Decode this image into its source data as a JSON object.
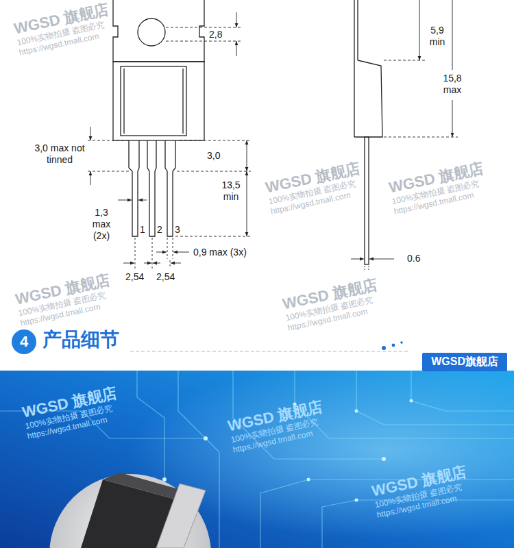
{
  "diagram": {
    "title": "产品细节",
    "nodes": [
      {
        "text": [
          "4"
        ]
      },
      {
        "text": [
          "WGSD旗舰店"
        ]
      }
    ],
    "labels": [
      "2,8",
      "5,9 min",
      "15,8 max",
      "3,0 max not tinned",
      "3,0",
      "13,5 min",
      "1,3 max (2x)",
      "1",
      "2",
      "3",
      "0,9 max (3x)",
      "2,54",
      "2,54",
      "0.6",
      "WGSD 旗舰店",
      "100%实物拍摄 盗图必究",
      "https://wgsd.tmall.com",
      "WGSD 旗舰店",
      "100%实物拍摄 盗图必究",
      "https://wgsd.tmall.com",
      "WGSD 旗舰店",
      "100%实物拍摄 盗图必究",
      "https://wgsd.tmall.com",
      "WGSD 旗舰店",
      "100%实物拍摄 盗图必究",
      "https://wgsd.tmall.com",
      "WGSD 旗舰店",
      "100%实物拍摄 盗图必究",
      "https://wgsd.tmall.com",
      "WGSD 旗舰店",
      "100%实物拍摄 盗图必究",
      "https://wgsd.tmall.com",
      "WGSD 旗舰店",
      "100%实物拍摄 盗图必究",
      "https://wgsd.tmall.com",
      "WGSD 旗舰店",
      "100%实物拍摄 盗图必究",
      "https://wgsd.tmall.com"
    ]
  }
}
